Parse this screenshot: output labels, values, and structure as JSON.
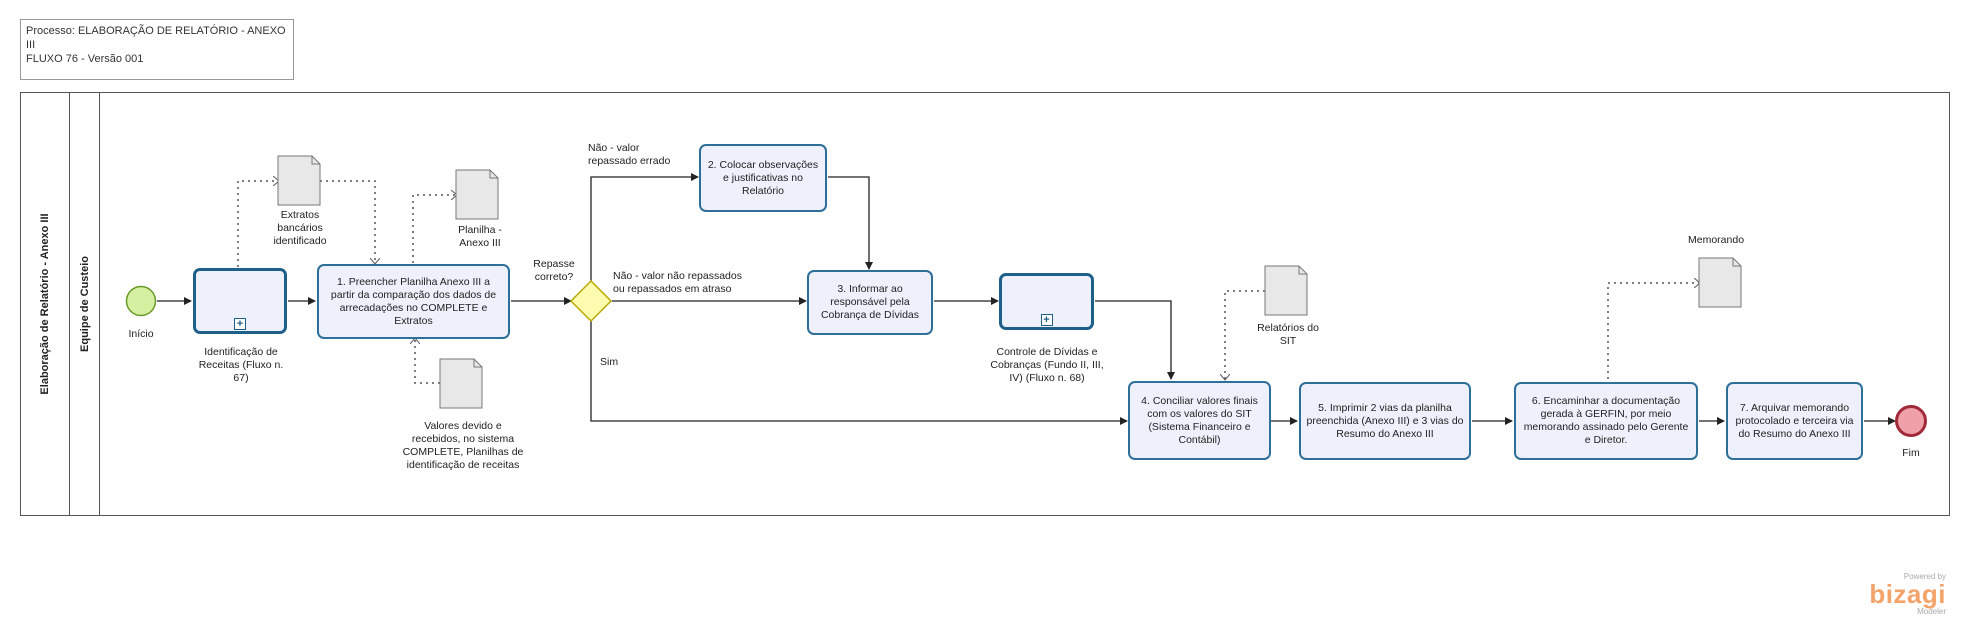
{
  "header": {
    "process": "Processo: ELABORAÇÃO DE RELATÓRIO - ANEXO III",
    "flow": "FLUXO 76 - Versão 001"
  },
  "pool": {
    "label": "Elaboração de Relatório - Anexo III"
  },
  "lane": {
    "label": "Equipe de Custeio"
  },
  "events": {
    "start": "Início",
    "end": "Fim"
  },
  "subprocesses": {
    "receitas": "Identificação de Receitas (Fluxo n. 67)",
    "dividas": "Controle de Dívidas e Cobranças (Fundo II, III, IV) (Fluxo n. 68)"
  },
  "tasks": {
    "t1": "1. Preencher Planilha Anexo III a partir da comparação dos dados de arrecadações no COMPLETE e Extratos",
    "t2": "2. Colocar observações e justificativas no Relatório",
    "t3": "3. Informar ao responsável pela Cobrança de Dívidas",
    "t4": "4. Conciliar valores finais com os valores do SIT (Sistema Financeiro e Contábil)",
    "t5": "5. Imprimir 2 vias da planilha preenchida (Anexo III) e 3 vias do Resumo do Anexo III",
    "t6": "6. Encaminhar a documentação gerada à GERFIN, por meio memorando assinado pelo Gerente e Diretor.",
    "t7": "7. Arquivar memorando protocolado e terceira via do Resumo do Anexo III"
  },
  "gateway": {
    "label": "Repasse correto?"
  },
  "flows": {
    "wrong": "Não - valor repassado errado",
    "late": "Não - valor não repassados ou repassados em atraso",
    "yes": "Sim"
  },
  "documents": {
    "extratos": "Extratos bancários identificado",
    "planilha": "Planilha - Anexo III",
    "valores": "Valores devido e recebidos, no sistema COMPLETE, Planilhas de identificação de receitas",
    "relatorios": "Relatórios do SIT",
    "memorando": "Memorando"
  },
  "watermark": {
    "top": "Powered by",
    "brand": "bizagi",
    "sub": "Modeler"
  },
  "colors": {
    "task_fill": "#eef1fb",
    "task_border": "#2e6f99",
    "start": "#d4f0a0",
    "end": "#f0a0a8",
    "gateway": "#fdfbb0"
  }
}
